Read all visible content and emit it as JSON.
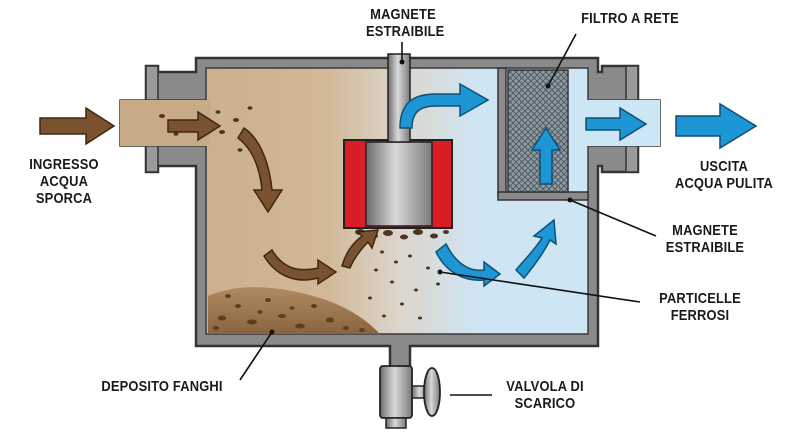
{
  "diagram": {
    "title": "Filtro defangatore magnetico",
    "labels": {
      "magnet_top": [
        "MAGNETE",
        "ESTRAIBILE"
      ],
      "mesh_filter": [
        "FILTRO A RETE"
      ],
      "inlet": [
        "INGRESSO",
        "ACQUA",
        "SPORCA"
      ],
      "outlet": [
        "USCITA",
        "ACQUA PULITA"
      ],
      "magnet_right": [
        "MAGNETE",
        "ESTRAIBILE"
      ],
      "particles": [
        "PARTICELLE",
        "FERROSI"
      ],
      "sludge": [
        "DEPOSITO FANGHI"
      ],
      "valve": [
        "VALVOLA DI",
        "SCARICO"
      ]
    },
    "colors": {
      "dirty_water": "#c8ab88",
      "clean_water": "#cfe6f4",
      "magnet_red": "#e2202a",
      "flow_dirty": "#7a5230",
      "flow_clean": "#1e96d6",
      "body_gray": "#8c8c8c"
    }
  }
}
